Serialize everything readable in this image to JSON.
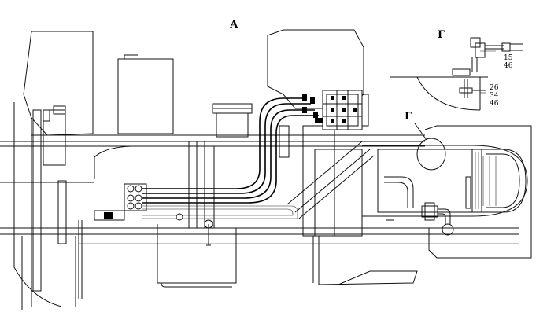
{
  "view_label": "А",
  "detail_label_main": "Г",
  "detail_label_inset": "Г",
  "callouts": {
    "upper": [
      "15",
      "46"
    ],
    "lower": [
      "26",
      "34",
      "46"
    ]
  }
}
